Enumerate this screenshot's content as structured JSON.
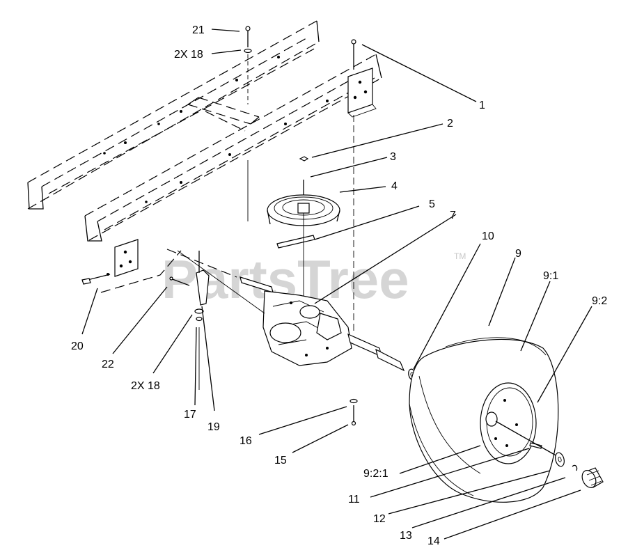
{
  "watermark": {
    "text": "PartsTree",
    "trademark": "TM"
  },
  "callouts": {
    "c1": "1",
    "c2": "2",
    "c3": "3",
    "c4": "4",
    "c5": "5",
    "c7": "7",
    "c9": "9",
    "c9_1": "9:1",
    "c9_2": "9:2",
    "c9_2_1": "9:2:1",
    "c10": "10",
    "c11": "11",
    "c12": "12",
    "c13": "13",
    "c14": "14",
    "c15": "15",
    "c16": "16",
    "c17": "17",
    "c18_top": "2X 18",
    "c18_bottom": "2X 18",
    "c19": "19",
    "c20": "20",
    "c21": "21",
    "c22": "22"
  }
}
